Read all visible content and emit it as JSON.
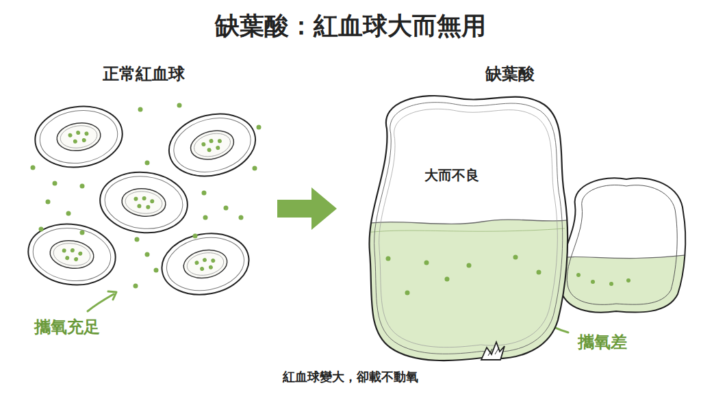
{
  "diagram": {
    "title": "缺葉酸：紅血球大而無用",
    "caption": "紅血球變大，卻載不動氧",
    "nodes": [
      {
        "text": [
          "大而不良"
        ]
      }
    ],
    "labels": [
      "正常紅血球",
      "缺葉酸",
      "攜氧充足",
      "攜氧差"
    ]
  }
}
